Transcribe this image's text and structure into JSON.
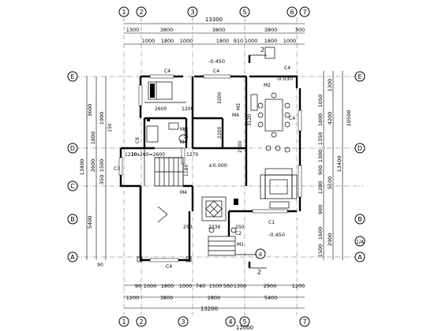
{
  "grid": {
    "columns_top": [
      "1",
      "2",
      "3",
      "5",
      "6",
      "7"
    ],
    "columns_bottom": [
      "1",
      "2",
      "3",
      "4",
      "5",
      "7"
    ],
    "rows_left": [
      "E",
      "D",
      "C",
      "B",
      "A"
    ],
    "rows_right": [
      "E",
      "D",
      "B",
      "1/A",
      "A"
    ]
  },
  "dims": {
    "top_total": "13300",
    "top_row2": [
      "1300",
      "3800",
      "3800",
      "3800",
      "300"
    ],
    "top_row3": [
      "1000",
      "1800",
      "1000",
      "1800",
      "910",
      "1000",
      "1800",
      "1000"
    ],
    "bottom_row1": [
      "90",
      "1000",
      "1800",
      "1000",
      "740",
      "1500",
      "560",
      "1300",
      "2900",
      "1200"
    ],
    "bottom_row2": [
      "1200",
      "3800",
      "2800",
      "5400"
    ],
    "bottom_total1": "13200",
    "bottom_total2": "12000",
    "left_outer": [
      "3600",
      "13400",
      "5400"
    ],
    "left_inner": [
      "1800",
      "1900",
      "2600",
      "1500",
      "350",
      "150",
      "90"
    ],
    "right_inner": [
      "1300",
      "1050",
      "1800",
      "1350",
      "1300",
      "900",
      "1200",
      "900",
      "1600",
      "1500"
    ],
    "right_outer": [
      "4200",
      "5100",
      "2900",
      "10500",
      "13400"
    ]
  },
  "labels": {
    "c4_a": "C4",
    "c4_b": "C4",
    "c4_c": "C4",
    "c4_d": "C4",
    "c4_e": "C4",
    "c1": "C1",
    "c2": "C2",
    "c3": "C3",
    "c6": "C6",
    "m1": "M1",
    "m2": "M2",
    "m3": "M3",
    "m4a": "M4",
    "m4b": "M4",
    "m4c": "M4",
    "m4d": "M4",
    "level_top": "-0.450",
    "level_m2": "-0.030",
    "level_mid": "±0.000",
    "level_bottom": "-0.450",
    "stair_dims": "10x260=2600",
    "w1200": "1200",
    "w1180": "1180",
    "w1230": "1230",
    "w1270": "1270",
    "w2600": "2600",
    "w3200": "3200",
    "w2200": "2200",
    "w2500": "2500",
    "w3120": "3120",
    "w250a": "250",
    "w250b": "250",
    "w2336": "2336",
    "w1500": "1500",
    "section_2_top": "2",
    "section_2_bottom": "2",
    "detail_b": "B"
  }
}
